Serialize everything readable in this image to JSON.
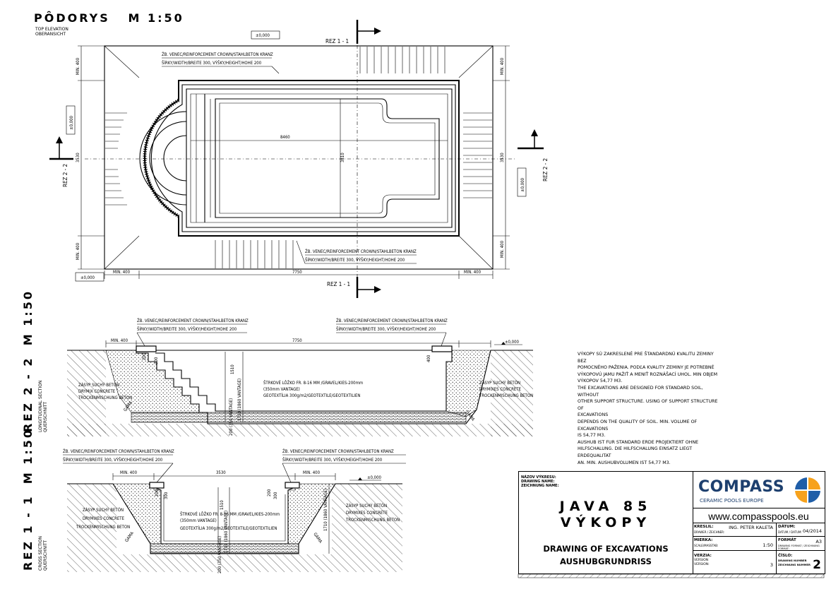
{
  "plan": {
    "title": "PÔDORYS",
    "scale": "M 1:50",
    "sub1": "TOP ELEVATION",
    "sub2": "OBERANSICHT",
    "crown_line1": "ŽB. VENEC/REINFORCEMENT CROWN/STAHLBETON KRANZ",
    "crown_line2": "ŠÍRKY/WIDTH/BREITE 300, VÝŠKY/HEIGHT/HOHE 200",
    "section_11": "REZ 1 - 1",
    "section_22": "REZ 2 - 2",
    "level": "±0,000",
    "dim_8460": "8460",
    "dim_3810": "3810",
    "dim_3530": "3530",
    "dim_7750": "7750",
    "min400": "MIN. 400"
  },
  "section22": {
    "title": "REZ 2 - 2",
    "scale": "M 1:50",
    "sub1": "LONGITUDINAL SECTION",
    "sub2": "QUERSCHNITT",
    "crown_line1": "ŽB. VENEC/REINFORCEMENT CROWN/STAHLBETON KRANZ",
    "crown_line2": "ŠÍRKY/WIDTH/BREITE 300, VÝŠKY/HEIGHT/HOHE 200",
    "dim_7750": "7750",
    "min400": "MIN. 400",
    "level": "±0,000",
    "gravel1": "ŠTRKOVÉ LÔŽKO FR. 8-16 MM /GRAVEL/KIES-200mm",
    "gravel2": "(350mm VANTAGE)",
    "geo": "GEOTEXTÍLIA 300g/m2/GEOTEXTILE/GEOTEXTILIEN",
    "fill1": "ZÁSYP SUCHÝ BETÓN",
    "fill2": "DRYMIX CONCRETE",
    "fill3": "TROCKENMISCHUNG BETON",
    "fill_r1": "ZÁSYP SUCHÝ BETÓN",
    "fill_r2": "DRYMIXES CONCRETE",
    "fill_r3": "TROCKENMISCHUNG BETON",
    "d200": "200",
    "d300": "300",
    "d400": "400",
    "d1510": "1510",
    "d1710": "1710 (1860 VANTAGE)",
    "d200b": "200 (350 VANTAGE)",
    "gama": "GAMA"
  },
  "section11": {
    "title": "REZ 1 - 1",
    "scale": "M 1:50",
    "sub1": "CROSS SECTION",
    "sub2": "QUERSCHNITT",
    "crown_line1": "ŽB. VENEC/REINFORCEMENT CROWN/STAHLBETON KRANZ",
    "crown_line2": "ŠÍRKY/WIDTH/BREITE 300, VÝŠKY/HEIGHT/HOHE 200",
    "dim_3530": "3530",
    "min400": "MIN. 400",
    "level": "±0,000",
    "gravel1": "ŠTRKOVÉ LÔŽKO FR. 8-16 MM /GRAVEL/KIES-200mm",
    "gravel2": "(350mm VANTAGE)",
    "geo": "GEOTEXTÍLIA 300g/m2/GEOTEXTILE/GEOTEXTILIEN",
    "fill1": "ZÁSYP SUCHÝ BETÓN",
    "fill2": "DRYMIXES CONCRETE",
    "fill3": "TROCKENMISCHUNG BETON",
    "d1510": "1510",
    "d1710": "1710 (1860 VANTAGE)",
    "d200b": "200 (350 VANTAGE)",
    "d200": "200",
    "d300": "300",
    "gama": "GAMA"
  },
  "notes": [
    "VÝKOPY SÚ ZAKRESLENÉ PRE ŠTANDARDNÚ KVALITU  ZEMINY BEZ",
    "POMOCNÉHO PAŽENIA. PODĽA KVALITY ZEMINY JE POTREBNÉ",
    "VÝKOPOVÚ JAMU PAŽIŤ A MENIŤ ROZNÁŠACÍ UHOL. MIN OBJEM",
    "VÝKOPOV 54,77 M3.",
    "THE EXCAVATIONS ARE DESIGNED FOR STANDARD SOIL, WITHOUT",
    "OTHER SUPPORT STRUCTURE. USING OF SUPPORT STRUCTURE OF",
    "EXCAVATIONS",
    "DEPENDS ON THE QUALITY OF SOIL. MIN. VOLUME OF EXCAVATIONS",
    "IS   54,77 M3.",
    "AUSHUB IST FUR STANDARD ERDE PROJEKTIERT OHNE",
    "HILFSCHALUNG. DIE HILFSCHALUNG EINSATZ LIEGT ERDEQUALITAT",
    "AN. MIN. AUSHUBVOLUMEN IST 54,77 M3."
  ],
  "titleblock": {
    "name_label1": "NÁZOV VÝKRESU:",
    "name_label2": "DRAWING NAME:",
    "name_label3": "ZEICHNUNG NAME:",
    "name1": "JAVA 85",
    "name2": "VÝKOPY",
    "name3": "DRAWING OF EXCAVATIONS",
    "name4": "AUSHUBGRUNDRISS",
    "brand": "COMPASS",
    "brand_sub": "CERAMIC POOLS EUROPE",
    "website": "www.compasspools.eu",
    "drew_label": "KRESLIL:",
    "drew_label2": "DRAWER / ZEICHNER:",
    "drew_value": "ING. PETER KALETA",
    "date_label": "DÁTUM:",
    "date_label2": "DATUM / DATUM:",
    "date_value": "04/2014",
    "scale_label": "MIERKA:",
    "scale_label2": "SCALE/MASSTAB:",
    "scale_value": "1:50",
    "format_label": "FORMÁT",
    "format_label2": "DRAWING FORMAT / ZEICHNUNG FORMAT:",
    "format_value": "A3",
    "version_label": "VERZIA:",
    "version_label2": "VERSION",
    "version_label3": "VERSION:",
    "version_value": "3",
    "number_label": "ČÍSLO:",
    "number_label2": "DRAWING NUMBER",
    "number_label3": "ZEICHNUNG NUMMER",
    "number_value": "2",
    "logo_colors": [
      "#f7a21c",
      "#1f5ea8"
    ]
  }
}
